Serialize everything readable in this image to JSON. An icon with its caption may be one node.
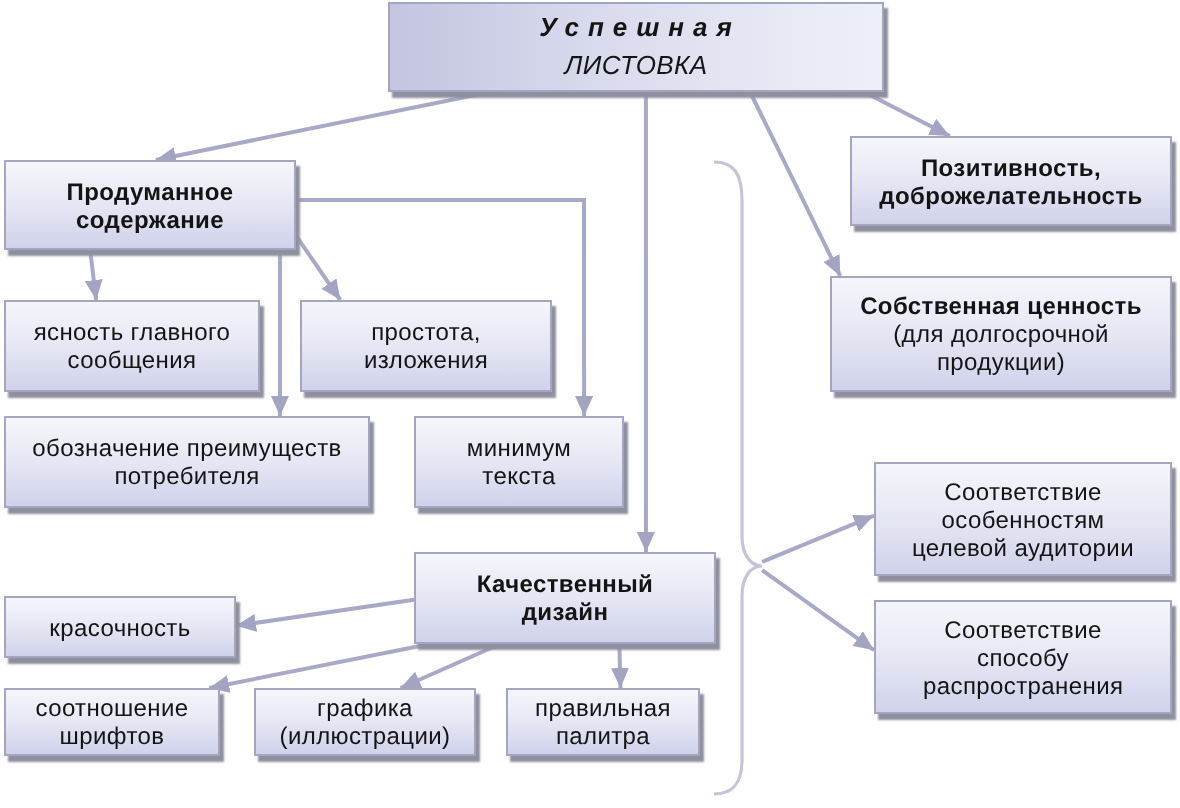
{
  "diagram": {
    "nodes": [
      {
        "text": [
          "Успешная",
          "ЛИСТОВКА"
        ]
      },
      {
        "text": [
          "Продуманное содержание"
        ]
      },
      {
        "text": [
          "ясность главного сообщения"
        ]
      },
      {
        "text": [
          "простота, изложения"
        ]
      },
      {
        "text": [
          "обозначение преимуществ потребителя"
        ]
      },
      {
        "text": [
          "минимум текста"
        ]
      },
      {
        "text": [
          "Позитивность, доброжелательность"
        ]
      },
      {
        "text": [
          "Собственная ценность",
          "(для долгосрочной продукции)"
        ]
      },
      {
        "text": [
          "Качественный дизайн"
        ]
      },
      {
        "text": [
          "красочность"
        ]
      },
      {
        "text": [
          "соотношение шрифтов"
        ]
      },
      {
        "text": [
          "графика (иллюстрации)"
        ]
      },
      {
        "text": [
          "правильная палитра"
        ]
      },
      {
        "text": [],
        "shape": "brace"
      },
      {
        "text": [
          "Соответствие особенностям целевой аудитории"
        ]
      },
      {
        "text": [
          "Соответствие способу распространения"
        ]
      }
    ],
    "edges": [
      {
        "from": 0,
        "to": 1,
        "arrow": "to"
      },
      {
        "from": 0,
        "to": 8,
        "arrow": "to"
      },
      {
        "from": 0,
        "to": 7,
        "arrow": "to"
      },
      {
        "from": 0,
        "to": 6,
        "arrow": "to"
      },
      {
        "from": 1,
        "to": 2,
        "arrow": "to"
      },
      {
        "from": 1,
        "to": 3,
        "arrow": "to"
      },
      {
        "from": 1,
        "to": 4,
        "arrow": "to"
      },
      {
        "from": 1,
        "to": 5,
        "arrow": "to"
      },
      {
        "from": 8,
        "to": 9,
        "arrow": "to"
      },
      {
        "from": 8,
        "to": 10,
        "arrow": "to"
      },
      {
        "from": 8,
        "to": 11,
        "arrow": "to"
      },
      {
        "from": 8,
        "to": 12,
        "arrow": "to"
      },
      {
        "from": 13,
        "to": 14,
        "arrow": "to"
      },
      {
        "from": 13,
        "to": 15,
        "arrow": "to"
      }
    ]
  }
}
